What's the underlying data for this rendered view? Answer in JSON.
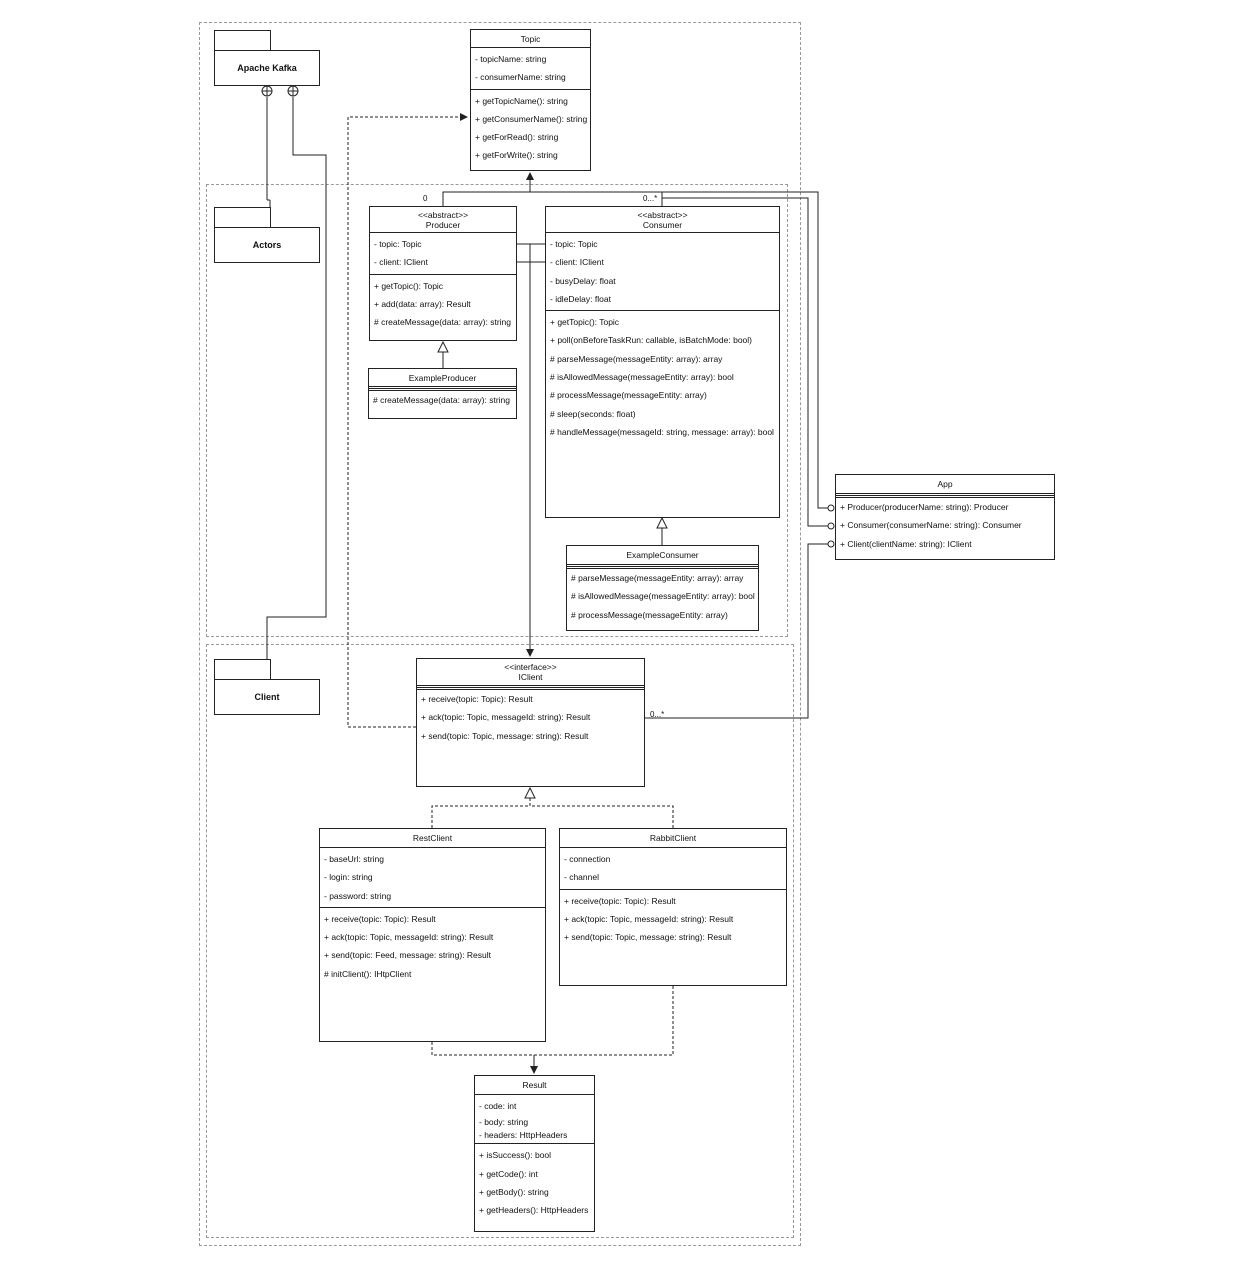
{
  "packages": {
    "kafka": "Apache Kafka",
    "actors": "Actors",
    "client": "Client"
  },
  "topic": {
    "name": "Topic",
    "fields": [
      "- topicName: string",
      "- consumerName: string"
    ],
    "methods": [
      "+ getTopicName(): string",
      "+ getConsumerName(): string",
      "+ getForRead(): string",
      "+ getForWrite(): string"
    ]
  },
  "producer": {
    "stereotype": "<<abstract>>",
    "name": "Producer",
    "fields": [
      "- topic: Topic",
      "- client: IClient"
    ],
    "methods": [
      "+ getTopic(): Topic",
      "+ add(data: array): Result",
      "# createMessage(data: array): string"
    ]
  },
  "example_producer": {
    "name": "ExampleProducer",
    "methods": [
      "# createMessage(data: array): string"
    ]
  },
  "consumer": {
    "stereotype": "<<abstract>>",
    "name": "Consumer",
    "fields": [
      "- topic: Topic",
      "- client: IClient",
      "- busyDelay: float",
      "- idleDelay: float"
    ],
    "methods": [
      "+ getTopic(): Topic",
      "+ poll(onBeforeTaskRun: callable, isBatchMode: bool)",
      "# parseMessage(messageEntity: array): array",
      "# isAllowedMessage(messageEntity: array): bool",
      "# processMessage(messageEntity: array)",
      "# sleep(seconds: float)",
      "# handleMessage(messageId: string, message: array): bool"
    ]
  },
  "example_consumer": {
    "name": "ExampleConsumer",
    "methods": [
      "# parseMessage(messageEntity: array): array",
      "# isAllowedMessage(messageEntity: array): bool",
      "# processMessage(messageEntity: array)"
    ]
  },
  "app": {
    "name": "App",
    "methods": [
      "+ Producer(producerName: string): Producer",
      "+ Consumer(consumerName: string): Consumer",
      "+ Client(clientName: string): IClient"
    ]
  },
  "iclient": {
    "stereotype": "<<interface>>",
    "name": "IClient",
    "methods": [
      "+ receive(topic: Topic): Result",
      "+ ack(topic: Topic, messageId: string): Result",
      "+ send(topic: Topic, message: string): Result"
    ]
  },
  "rest_client": {
    "name": "RestClient",
    "fields": [
      "- baseUrl: string",
      "- login: string",
      "- password: string"
    ],
    "methods": [
      "+ receive(topic: Topic): Result",
      "+ ack(topic: Topic, messageId: string): Result",
      "+ send(topic: Feed, message: string): Result",
      "# initClient(): IHtpClient"
    ]
  },
  "rabbit_client": {
    "name": "RabbitClient",
    "fields": [
      "- connection",
      "- channel"
    ],
    "methods": [
      "+ receive(topic: Topic): Result",
      "+ ack(topic: Topic, messageId: string): Result",
      "+ send(topic: Topic, message: string): Result"
    ]
  },
  "result": {
    "name": "Result",
    "fields": [
      "- code: int",
      "- body: string",
      "- headers: HttpHeaders"
    ],
    "methods": [
      "+ isSuccess(): bool",
      "+ getCode(): int",
      "+ getBody(): string",
      "+ getHeaders(): HttpHeaders"
    ]
  },
  "multiplicity": {
    "producer_top": "0",
    "consumer_top": "0...*",
    "iclient_right": "0...*"
  }
}
